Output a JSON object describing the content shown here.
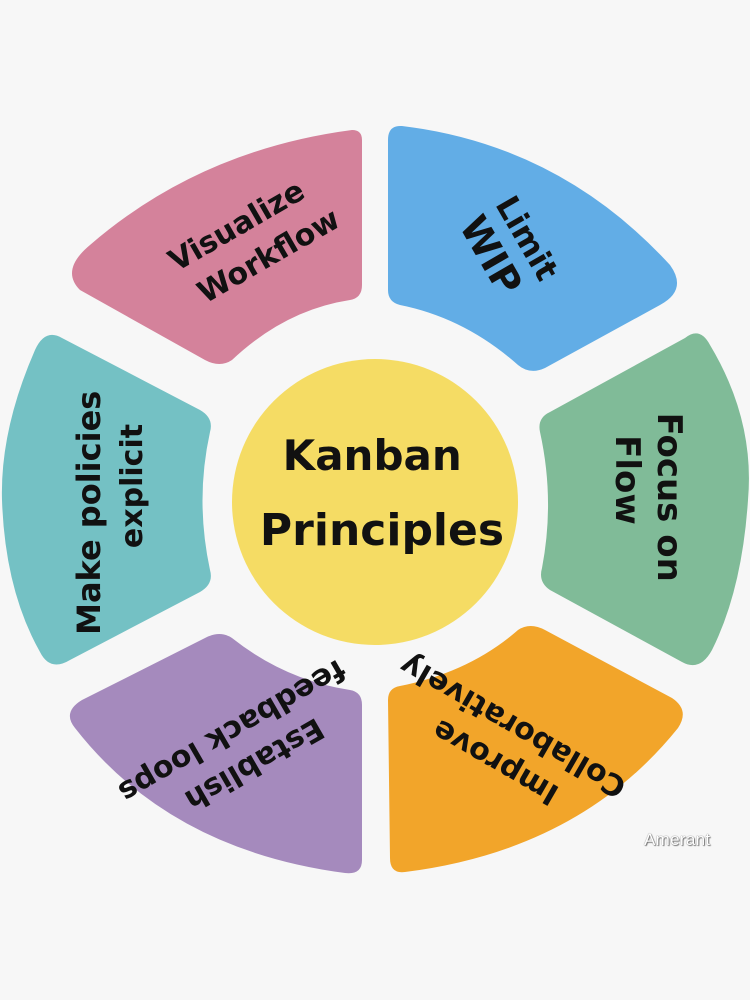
{
  "diagram": {
    "title": "Kanban Principles",
    "center": {
      "line1": "Kanban",
      "line2": "Principles",
      "color": "#f5dc64"
    },
    "segments": [
      {
        "id": "visualize-workflow",
        "line1": "Visualize",
        "line2": "Workflow",
        "color": "#d4829b"
      },
      {
        "id": "limit-wip",
        "line1": "Limit",
        "line2": "WIP",
        "color": "#62ade6"
      },
      {
        "id": "focus-on-flow",
        "line1": "Focus on",
        "line2": "Flow",
        "color": "#80bb98"
      },
      {
        "id": "improve-collaboratively",
        "line1": "Improve",
        "line2": "Collaboratively",
        "color": "#f2a52a"
      },
      {
        "id": "establish-feedback-loops",
        "line1": "Establish",
        "line2": "feedback loops",
        "color": "#a58abd"
      },
      {
        "id": "make-policies-explicit",
        "line1": "Make policies",
        "line2": "explicit",
        "color": "#74c1c4"
      }
    ]
  },
  "credit": "Amerant",
  "background": "#f7f7f7"
}
